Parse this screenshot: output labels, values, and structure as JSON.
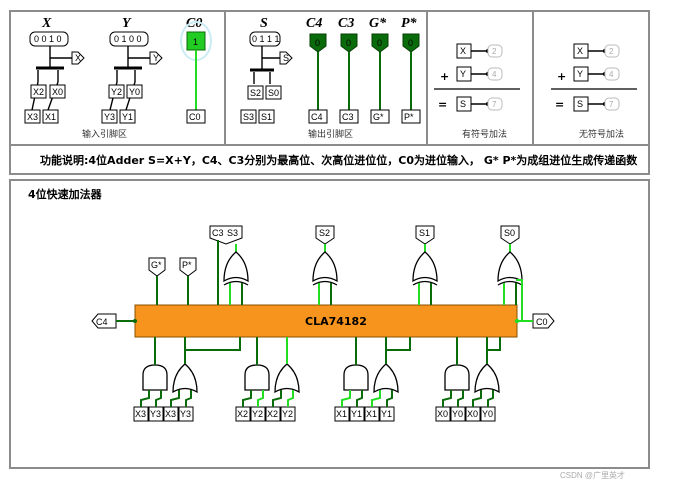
{
  "panel_top": {
    "sections": {
      "inputs": {
        "caption": "输入引脚区",
        "x_title": "X",
        "y_title": "Y",
        "c0_title": "C0",
        "x_bits": "0 0 1 0",
        "y_bits": "0 1 0 0",
        "c0_value": "1",
        "x_lower": [
          "X3",
          "X1",
          "X2",
          "X0"
        ],
        "y_lower": [
          "Y3",
          "Y1",
          "Y2",
          "Y0"
        ],
        "x_tunnel": "X",
        "y_tunnel": "Y",
        "c0_tunnel": "C0"
      },
      "outputs": {
        "caption": "输出引脚区",
        "s_title": "S",
        "s_bits": "0 1 1 1",
        "c4_title": "C4",
        "c3_title": "C3",
        "g_title": "G*",
        "p_title": "P*",
        "c4_value": "0",
        "c3_value": "0",
        "g_value": "0",
        "p_value": "0",
        "s_lower": [
          "S3",
          "S1",
          "S2",
          "S0"
        ],
        "s_tunnel": "S",
        "c4_tunnel": "C4",
        "c3_tunnel": "C3",
        "g_tunnel": "G*",
        "p_tunnel": "P*"
      },
      "signed": {
        "caption": "有符号加法",
        "x": "X",
        "y": "Y",
        "s": "S",
        "x_val": "2",
        "y_val": "4",
        "s_val": "7",
        "plus": "+",
        "equals": "="
      },
      "unsigned": {
        "caption": "无符号加法",
        "x": "X",
        "y": "Y",
        "s": "S",
        "x_val": "2",
        "y_val": "4",
        "s_val": "7",
        "plus": "+",
        "equals": "="
      }
    }
  },
  "description": "功能说明:4位Adder  S=X+Y，C4、C3分别为最高位、次高位进位位，C0为进位输入，  G* P*为成组进位生成传递函数",
  "circuit": {
    "title": "4位快速加法器",
    "chip_label": "CLA74182",
    "left_tunnel": "C4",
    "right_tunnel": "C0",
    "top_tunnels": [
      "G*",
      "P*",
      "C3",
      "S3",
      "S2",
      "S1",
      "S0"
    ],
    "bottom_groups": [
      [
        "X3",
        "Y3",
        "X3",
        "Y3"
      ],
      [
        "X2",
        "Y2",
        "X2",
        "Y2"
      ],
      [
        "X1",
        "Y1",
        "X1",
        "Y1"
      ],
      [
        "X0",
        "Y0",
        "X0",
        "Y0"
      ]
    ]
  },
  "watermark": "CSDN @广里英才",
  "colors": {
    "wire_on": "#22dd22",
    "wire_off": "#0a6b0a",
    "chip": "#f7941d",
    "frame": "#8c8c8c"
  }
}
